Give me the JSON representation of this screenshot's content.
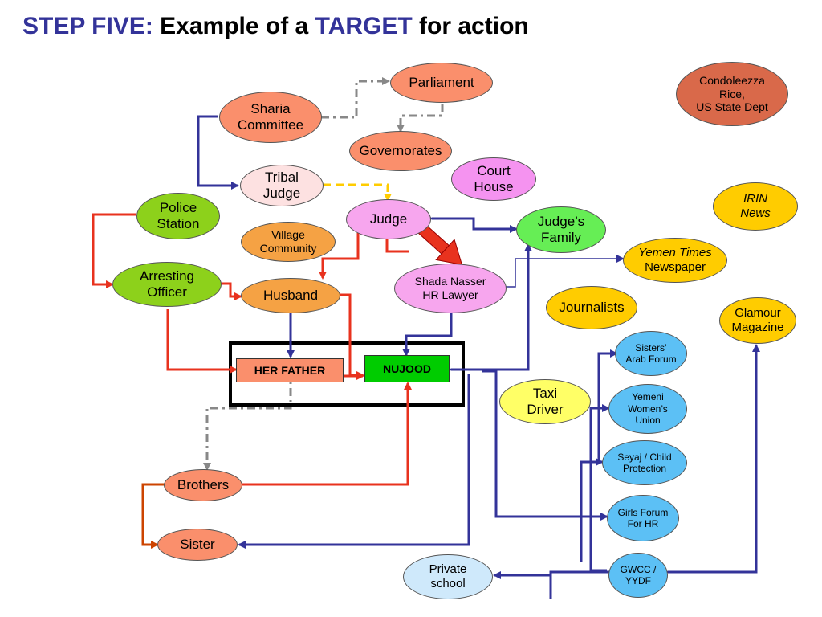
{
  "title": {
    "part1": "STEP FIVE:",
    "part2": "Example of a",
    "part3": "TARGET",
    "part4": "for action"
  },
  "nodes": {
    "parliament": "Parliament",
    "sharia": "Sharia\nCommittee",
    "governorates": "Governorates",
    "condoleezza": "Condoleezza\nRice,\nUS State Dept",
    "tribal": "Tribal\nJudge",
    "court": "Court\nHouse",
    "irin": "IRIN\nNews",
    "police": "Police\nStation",
    "judge": "Judge",
    "judges_family": "Judge’s\nFamily",
    "village": "Village\nCommunity",
    "yemen_times": "Yemen Times",
    "newspaper": "Newspaper",
    "arresting": "Arresting\nOfficer",
    "husband": "Husband",
    "shada": "Shada Nasser\nHR Lawyer",
    "journalists": "Journalists",
    "glamour": "Glamour\nMagazine",
    "sisters_forum": "Sisters’\nArab Forum",
    "her_father": "HER FATHER",
    "nujood": "NUJOOD",
    "taxi": "Taxi\nDriver",
    "yemeni_women": "Yemeni\nWomen’s\nUnion",
    "seyaj": "Seyaj / Child\nProtection",
    "brothers": "Brothers",
    "girls_forum": "Girls Forum\nFor HR",
    "sister": "Sister",
    "private_school": "Private\nschool",
    "gwcc": "GWCC /\nYYDF"
  },
  "colors": {
    "title_blue": "#333399",
    "orange": "#fa8f6c",
    "pink": "#f7a6ee",
    "green": "#8dd11b",
    "light_green": "#66ee55",
    "amber": "#f5a244",
    "yellow": "#ffcc00",
    "cyan": "#5cc0f5",
    "red_arrow": "#e8321e",
    "blue_arrow": "#333399",
    "grey_arrow": "#888888",
    "nujood_green": "#00cc00",
    "her_father_fill": "#fa8f6c"
  }
}
